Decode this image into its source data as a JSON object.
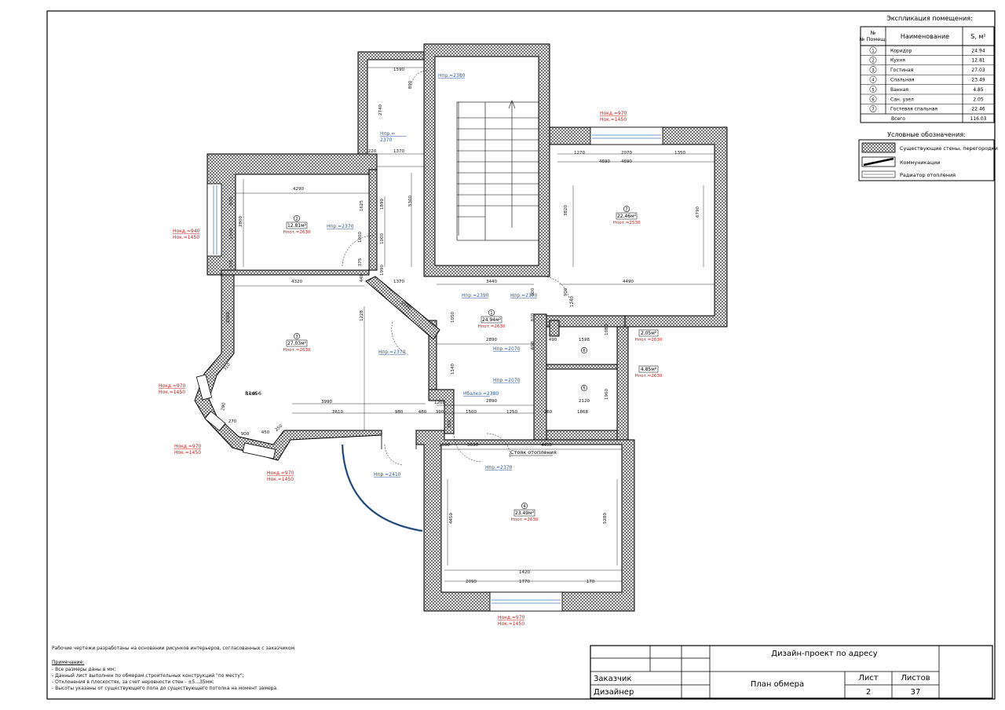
{
  "explication": {
    "title": "Экспликация помещения:",
    "headers": {
      "num": "№ Помещ.",
      "name": "Наименование",
      "area": "S, м²"
    },
    "rows": [
      {
        "num": "1",
        "name": "Коридор",
        "area": "24.94"
      },
      {
        "num": "2",
        "name": "Кухня",
        "area": "12.81"
      },
      {
        "num": "3",
        "name": "Гостиная",
        "area": "27.03"
      },
      {
        "num": "4",
        "name": "Спальная",
        "area": "23.49"
      },
      {
        "num": "5",
        "name": "Ванная",
        "area": "4.85"
      },
      {
        "num": "6",
        "name": "Сан. узел",
        "area": "2.05"
      },
      {
        "num": "7",
        "name": "Гостевая спальная",
        "area": "22.46"
      }
    ],
    "total_label": "Всего",
    "total_area": "116.03"
  },
  "legend": {
    "title": "Условные обозначения:",
    "items": [
      {
        "label": "Существующие стены, перегородки"
      },
      {
        "label": "Коммуникации"
      },
      {
        "label": "Радиатор отопления"
      }
    ]
  },
  "rooms": [
    {
      "num": "1",
      "area": "24.94м²",
      "height": "Нпот.=2630"
    },
    {
      "num": "2",
      "area": "12.81м²",
      "height": "Нпот.=2630"
    },
    {
      "num": "3",
      "area": "27.03м²",
      "height": "Нпот.=2630"
    },
    {
      "num": "4",
      "area": "23.49м²",
      "height": "Нпот.=2630"
    },
    {
      "num": "5",
      "area": "4.85м²",
      "height": "Нпот.=2630"
    },
    {
      "num": "6",
      "area": "2.05м²",
      "height": "Нпот.=2630"
    },
    {
      "num": "7",
      "area": "22.46м²",
      "height": "Нпот.=2530"
    }
  ],
  "dimensions": [
    "1590",
    "890",
    "2740",
    "220",
    "1370",
    "5300",
    "1890",
    "1625",
    "4290",
    "870",
    "2800",
    "1300",
    "375",
    "1000",
    "1000",
    "375",
    "1990",
    "4320",
    "1370",
    "3440",
    "440",
    "2560",
    "1228",
    "1590",
    "1050",
    "1140",
    "810",
    "2890",
    "2890",
    "3990",
    "2610",
    "980",
    "480",
    "390",
    "1500",
    "1250",
    "260",
    "1868",
    "2120",
    "1960",
    "690",
    "490",
    "1598",
    "1080",
    "900",
    "4490",
    "900",
    "3820",
    "6790",
    "4690",
    "1270",
    "2070",
    "1350",
    "4690",
    "310",
    "1456",
    "290",
    "270",
    "900",
    "450",
    "250",
    "1208",
    "350",
    "1500",
    "3630",
    "4450",
    "4450",
    "5280",
    "1420",
    "2090",
    "1770",
    "170",
    "1240"
  ],
  "openings": [
    {
      "line1": "Нпр.=2380"
    },
    {
      "line1": "Нпр.=",
      "line2": "2370"
    },
    {
      "line1": "Нпр.=2370"
    },
    {
      "line1": "Нпр.=2390"
    },
    {
      "line1": "Нпр.=2370"
    },
    {
      "line1": "Нпр.=2370"
    },
    {
      "line1": "Нпр.=2070"
    },
    {
      "line1": "Нпр.=2070"
    },
    {
      "line1": "Нбалко.=2380"
    },
    {
      "line1": "Нпр.=2410"
    },
    {
      "line1": "Нпр.=2370"
    }
  ],
  "windows": [
    {
      "line1": "Нокд.=970",
      "line2": "Нок.=1450"
    },
    {
      "line1": "Нокд.=940",
      "line2": "Нок.=1450"
    },
    {
      "line1": "Нокд.=970",
      "line2": "Нок.=1450"
    },
    {
      "line1": "Нокд.=970",
      "line2": "Нок.=1450"
    },
    {
      "line1": "Нокд.=970",
      "line2": "Нок.=1450"
    },
    {
      "line1": "Нокд.=970",
      "line2": "Нок.=1450"
    }
  ],
  "label_heating": "Стояк отопления",
  "label_r": "R1456",
  "notes": {
    "main": "Рабочие чертежи разработаны на основании рисунков интерьеров, согласованных с заказчиком",
    "heading": "Примечание:",
    "items": [
      "- Все размеры даны в мм;",
      "- Данный лист выполнен по обмерам строительных конструкций \"по месту\";",
      "- Отклонения в плоскостях, за счет неровности стен - ±5...35мм;",
      "- Высоты указаны от существующего пола до существующего потолка на момент замера."
    ]
  },
  "stamp": {
    "project": "Дизайн-проект по адресу",
    "customer": "Заказчик",
    "designer": "Дизайнер",
    "sheet_name": "План обмера",
    "sheet_label": "Лист",
    "sheets_label": "Листов",
    "sheet_num": "2",
    "sheets_total": "37"
  }
}
